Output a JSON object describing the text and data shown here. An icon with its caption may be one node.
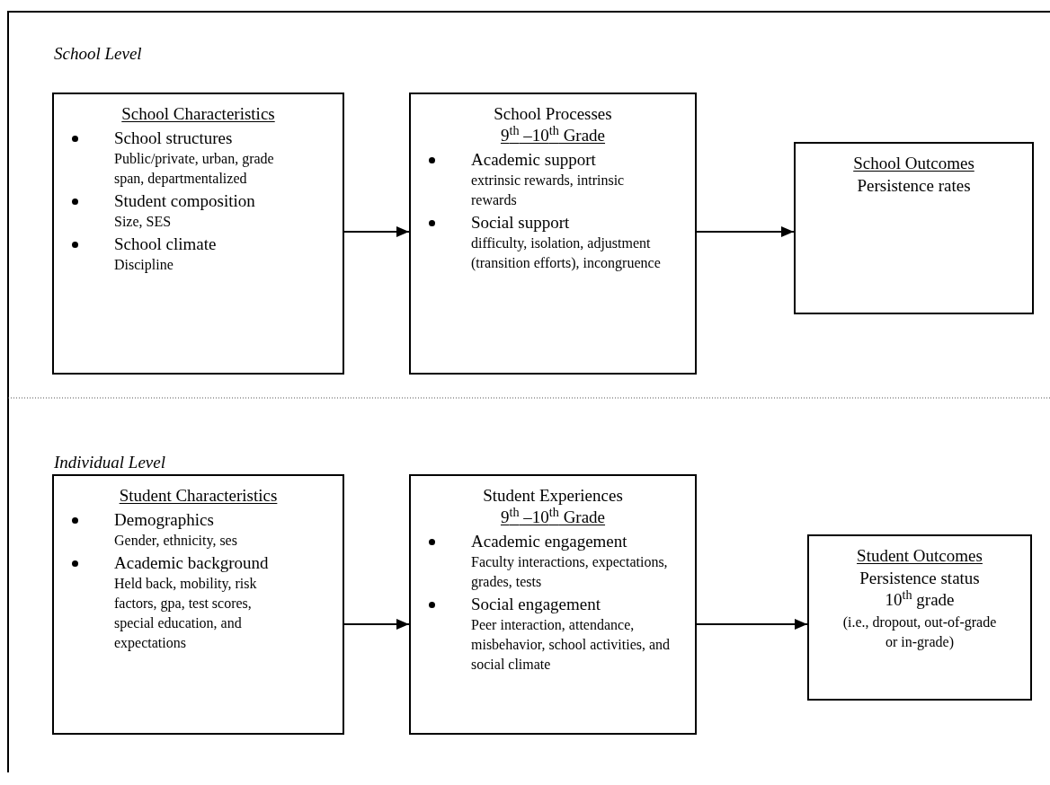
{
  "diagram": {
    "nodes": [
      {
        "text": [
          "School Characteristics",
          "School structures",
          "Public/private, urban, grade span, departmentalized",
          "Student composition",
          "Size, SES",
          "School climate",
          "Discipline"
        ]
      },
      {
        "text": [
          "School Processes",
          "9$^{th}$ –10$^{th}$ Grade",
          "Academic support",
          "extrinsic rewards, intrinsic rewards",
          "Social support",
          "difficulty, isolation, adjustment (transition efforts), incongruence"
        ]
      },
      {
        "text": [
          "School Outcomes",
          "Persistence rates"
        ]
      },
      {
        "text": [
          "Student Characteristics",
          "Demographics",
          "Gender, ethnicity, ses",
          "Academic background",
          "Held back, mobility, risk factors, gpa, test scores, special education, and expectations"
        ]
      },
      {
        "text": [
          "Student Experiences",
          "9$^{th}$ –10$^{th}$ Grade",
          "Academic engagement",
          "Faculty interactions, expectations, grades, tests",
          "Social engagement",
          "Peer interaction, attendance, misbehavior, school activities, and social climate"
        ]
      },
      {
        "text": [
          "Student Outcomes",
          "Persistence status",
          "10$^{th}$ grade",
          "(i.e., dropout, out-of-grade or in-grade)"
        ]
      }
    ],
    "edges": [
      {
        "from": 0,
        "to": 1,
        "arrow": "to"
      },
      {
        "from": 1,
        "to": 2,
        "arrow": "to"
      },
      {
        "from": 3,
        "to": 4,
        "arrow": "to"
      },
      {
        "from": 4,
        "to": 5,
        "arrow": "to"
      }
    ],
    "labels": [
      "School Level",
      "Individual Level"
    ]
  }
}
